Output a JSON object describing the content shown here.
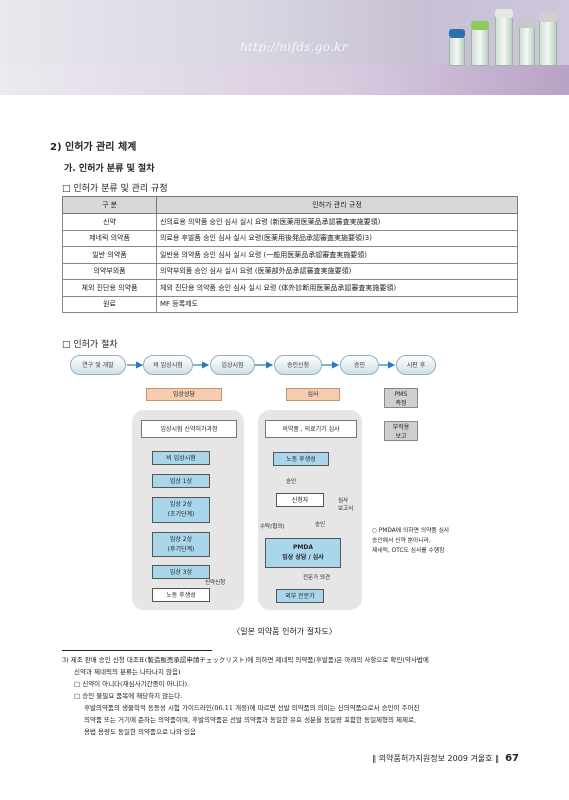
{
  "header": {
    "url": "http://nifds.go.kr"
  },
  "section": {
    "title": "2) 인허가 관리 체계",
    "subtitle": "가. 인허가 분류 및 절차",
    "bullet_table": "□ 인허가 분류 및 관리 규정",
    "bullet_flow": "□ 인허가 절차"
  },
  "table": {
    "headers": [
      "구 분",
      "인허가 관리 규정"
    ],
    "rows": [
      [
        "신약",
        "신의료용 의약품 승인 심사 실시 요령 (新医薬用医薬品承認審査実施要領)"
      ],
      [
        "제네릭 의약품",
        "의료용 후발품 승인 심사 실시 요령(医薬用後発品承認審査実施要領)3)"
      ],
      [
        "일반 의약품",
        "일반용 의약품 승인 심사 실시 요령 (一般用医薬品承認審査実施要領)"
      ],
      [
        "의약부외품",
        "의약부외품 승인 심사 실시 요령 (医薬部外品承認審査実施要領)"
      ],
      [
        "체외 진단용 의약품",
        "체외 진단용 의약품 승인 심사 실시 요령 (体外診断用医薬品承認審査実施要領)"
      ],
      [
        "원료",
        "MF 등록제도"
      ]
    ]
  },
  "flow": {
    "steps": [
      "연구 및 개발",
      "비 임상시험",
      "임상시험",
      "승인신청",
      "승인",
      "시판 후"
    ],
    "stage_clinical": "임상상담",
    "stage_review": "심사",
    "pms": "PMS\n측정",
    "side_effect": "부작용\n보고",
    "left_title": "임상시험 신약허가과정",
    "left_steps": [
      "비 임상시험",
      "임상 1상",
      "임상 2상\n(조기단계)",
      "임상 2상\n(후기단계)",
      "임상 3상",
      "노동 후생성"
    ],
    "left_label_apply": "신약신청",
    "right_title": "의약품 , 의료기기 심사",
    "right_mhlw": "노동 후생성",
    "right_approve": "승인",
    "right_applicant": "신청자",
    "right_label_consult": "수탁(협의)",
    "right_label_approve2": "승인",
    "right_label_report": "심사\n보고서",
    "pmda": "PMDA\n임상 상담 / 심사",
    "right_label_expert": "전문가 의견",
    "right_expert": "외부 전문가",
    "note": "○ PMDA에 의하면 의약품 심사\n승인에서 신약 뿐아니라,\n제네릭, OTC도 심사를 수행함"
  },
  "caption": "〈일본 의약품 인허가 절차도〉",
  "footnote": {
    "line1": "3) 제조 판매 승인 신청 대조표(製造販売承認申請チェックリスト)에 의하면 제네릭 의약품(후발품)은 아래의 사항으로 확인(약사법에",
    "line2": "신약과 제네릭의 분류는 나타나지 않음)",
    "line3": "□ 신약이 아니다(재심사기간중이 아니다).",
    "line4": "□ 승인 불필요 품목에 해당하지 않는다.",
    "line5": "후발의약품의 생물학적 동등성 시험 가이드라인(06.11 개정)에 따르면 선발 의약품의 의미는 신의약품으로서 승인이 주어진",
    "line6": "의약품 또는 거기에 준하는 의약품이며, 후발의약품은 선발 의약품과 동일한 유효 성분을 동일량 포함한 동일제형의 제제로,",
    "line7": "용법 용량도 동일한 의약품으로 나와 있음"
  },
  "footer": {
    "title": "‖ 의약품허가지원정보 2009 겨울호 ‖",
    "page": "67"
  }
}
